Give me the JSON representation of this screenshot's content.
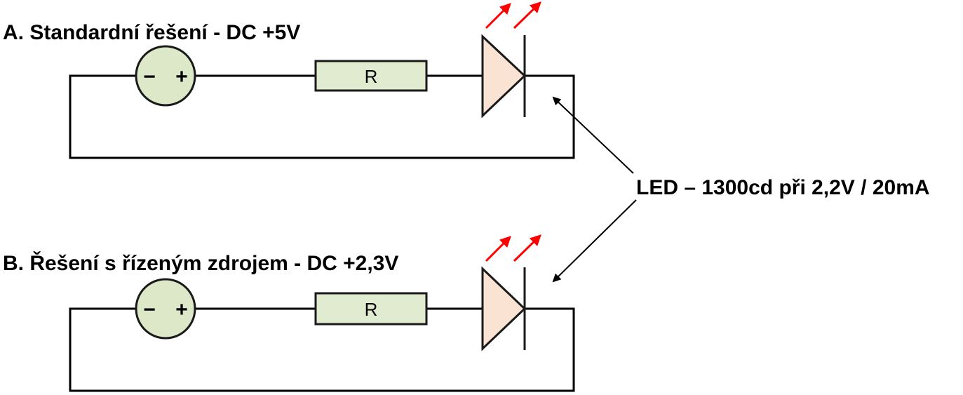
{
  "circuit_a": {
    "title": "A. Standardní řešení - DC +5V",
    "resistor_label": "R",
    "source_minus": "−",
    "source_plus": "+"
  },
  "circuit_b": {
    "title": "B. Řešení s řízeným zdrojem - DC +2,3V",
    "resistor_label": "R",
    "source_minus": "−",
    "source_plus": "+"
  },
  "led_label": "LED – 1300cd při 2,2V / 20mA",
  "colors": {
    "wire": "#000000",
    "source_fill": "#dce8c8",
    "resistor_fill": "#e0ebd0",
    "component_stroke": "#1a1a1a",
    "led_fill": "#fbe3d4",
    "light_arrow": "#ff0000",
    "background": "#ffffff"
  }
}
